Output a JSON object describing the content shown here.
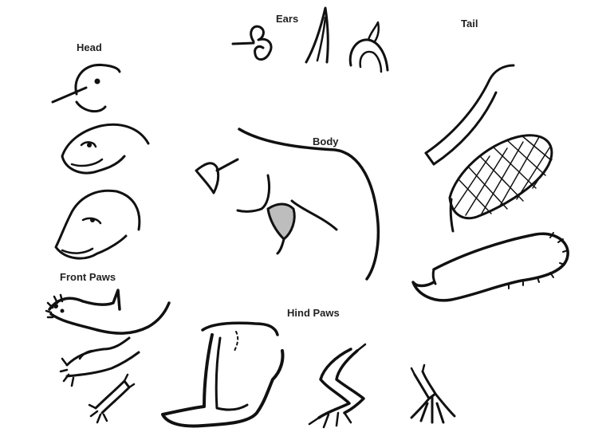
{
  "labels": {
    "ears": "Ears",
    "tail": "Tail",
    "head": "Head",
    "body": "Body",
    "front_paws": "Front Paws",
    "hind_paws": "Hind Paws"
  },
  "colors": {
    "background": "#ffffff",
    "ink": "#111111",
    "armpit_fill": "#bdbdbd"
  }
}
